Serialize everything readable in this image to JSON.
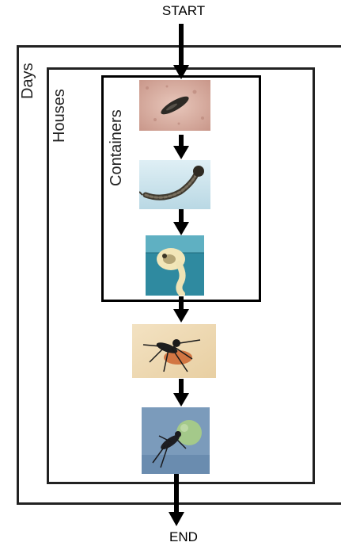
{
  "flow": {
    "start_label": "START",
    "end_label": "END"
  },
  "boxes": {
    "days_label": "Days",
    "houses_label": "Houses",
    "containers_label": "Containers"
  },
  "stages": [
    {
      "icon": "mosquito-egg-icon"
    },
    {
      "icon": "mosquito-larva-icon"
    },
    {
      "icon": "mosquito-pupa-icon"
    },
    {
      "icon": "mosquito-adult-feeding-icon"
    },
    {
      "icon": "mosquito-adult-resting-icon"
    }
  ],
  "colors": {
    "line": "#000000",
    "box_border": "#222222"
  }
}
